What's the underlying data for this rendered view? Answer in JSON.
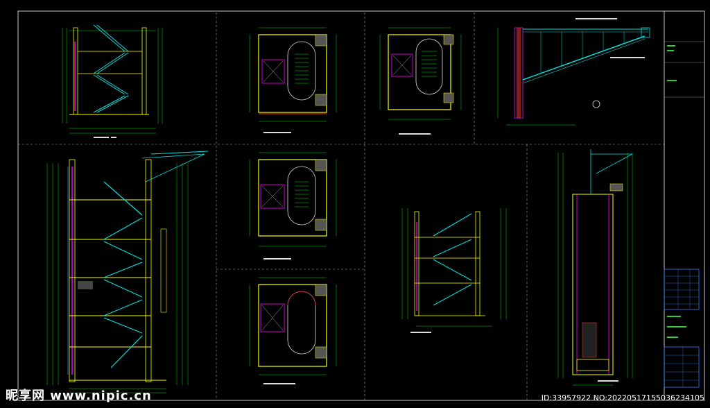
{
  "drawing": {
    "title": "Stair and elevator shaft construction drawings (CAD)",
    "colors": {
      "background": "#000000",
      "frame": "#c8c8c8",
      "dimension": "#00e000",
      "stair": "#00e0e0",
      "wall": "#ffff00",
      "detail": "#ff00ff",
      "section": "#e03030",
      "text": "#e0e0e0"
    },
    "panels": [
      {
        "id": "section-1",
        "kind": "stair-section"
      },
      {
        "id": "plan-1",
        "kind": "floor-plan"
      },
      {
        "id": "plan-2",
        "kind": "floor-plan"
      },
      {
        "id": "canopy-detail",
        "kind": "canopy-section"
      },
      {
        "id": "section-2",
        "kind": "stair-section"
      },
      {
        "id": "plan-3",
        "kind": "floor-plan"
      },
      {
        "id": "plan-4",
        "kind": "floor-plan"
      },
      {
        "id": "section-3",
        "kind": "stair-section"
      },
      {
        "id": "elevator-section",
        "kind": "shaft-section"
      }
    ]
  },
  "watermark": {
    "brand": "昵享网 www.nipic.cn",
    "id_text": "ID:33957922 NO:20220517155036234105"
  }
}
